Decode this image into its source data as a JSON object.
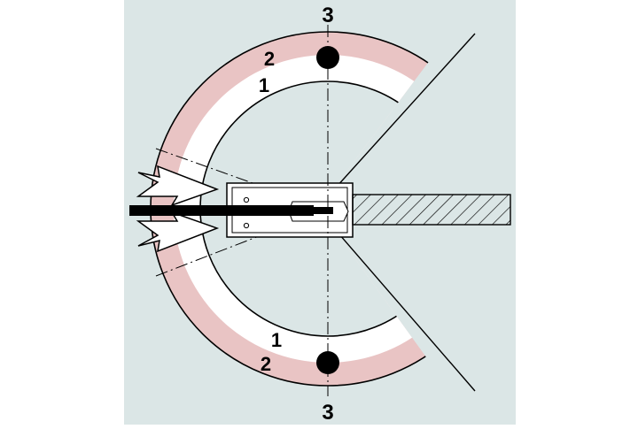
{
  "labels": {
    "top_axis": "3",
    "bottom_axis": "3",
    "top_outer": "2",
    "top_inner": "1",
    "bottom_inner": "1",
    "bottom_outer": "2"
  },
  "colors": {
    "page": "#ffffff",
    "panel": "#dbe6e6",
    "outer_ring": "#e9c4c4",
    "inner_ring": "#ffffff",
    "ink": "#000000"
  }
}
